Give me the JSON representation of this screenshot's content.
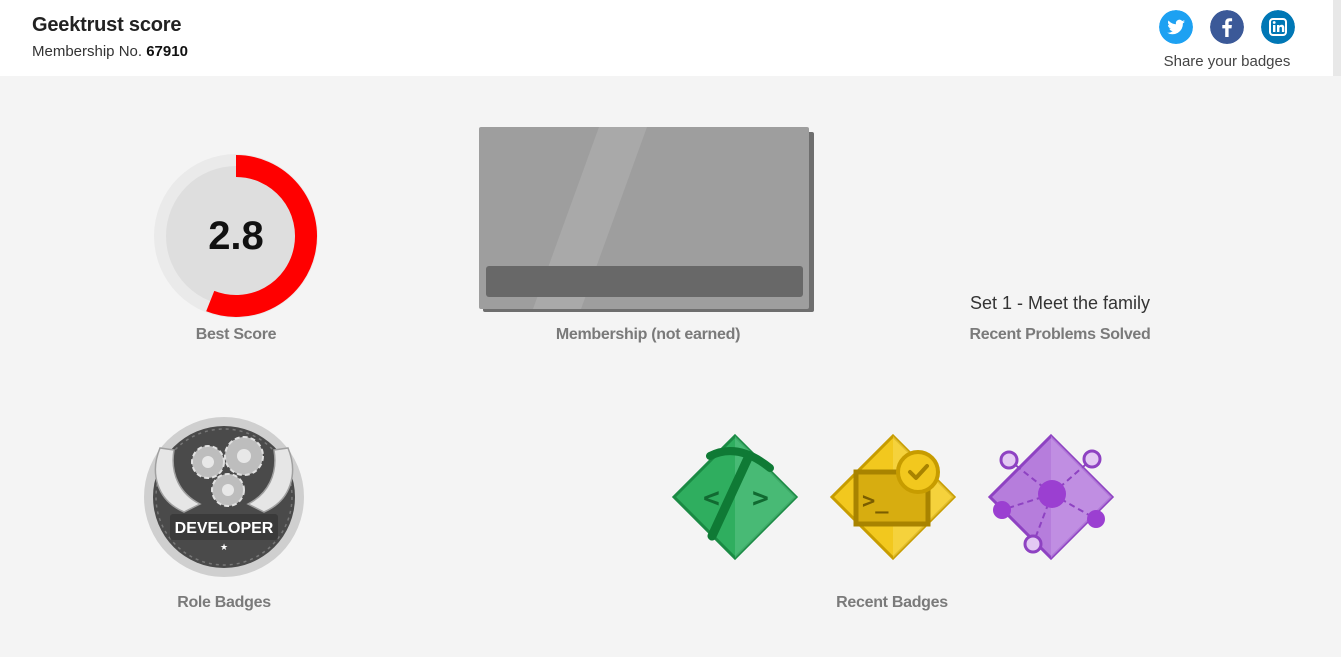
{
  "header": {
    "title": "Geektrust score",
    "membership_label": "Membership No.",
    "membership_number": "67910",
    "share_label": "Share your badges",
    "share_icons": [
      "twitter-icon",
      "facebook-icon",
      "linkedin-icon"
    ]
  },
  "score": {
    "value": "2.8",
    "label": "Best Score",
    "progress_fraction": 0.56
  },
  "membership_card": {
    "label": "Membership (not earned)"
  },
  "recent_problems": {
    "item": "Set 1 - Meet the family",
    "label": "Recent Problems Solved"
  },
  "role_badges": {
    "badge_text": "DEVELOPER",
    "label": "Role Badges"
  },
  "recent_badges": {
    "label": "Recent Badges",
    "badges": [
      "code-pickaxe-badge-icon",
      "terminal-check-badge-icon",
      "network-nodes-badge-icon"
    ]
  },
  "colors": {
    "score_ring": "#ff0000",
    "twitter": "#1da1f2",
    "facebook": "#3b5998",
    "linkedin": "#0077b5",
    "green_badge": "#2fae5f",
    "yellow_badge": "#f2c81e",
    "purple_badge": "#a35fd0"
  }
}
